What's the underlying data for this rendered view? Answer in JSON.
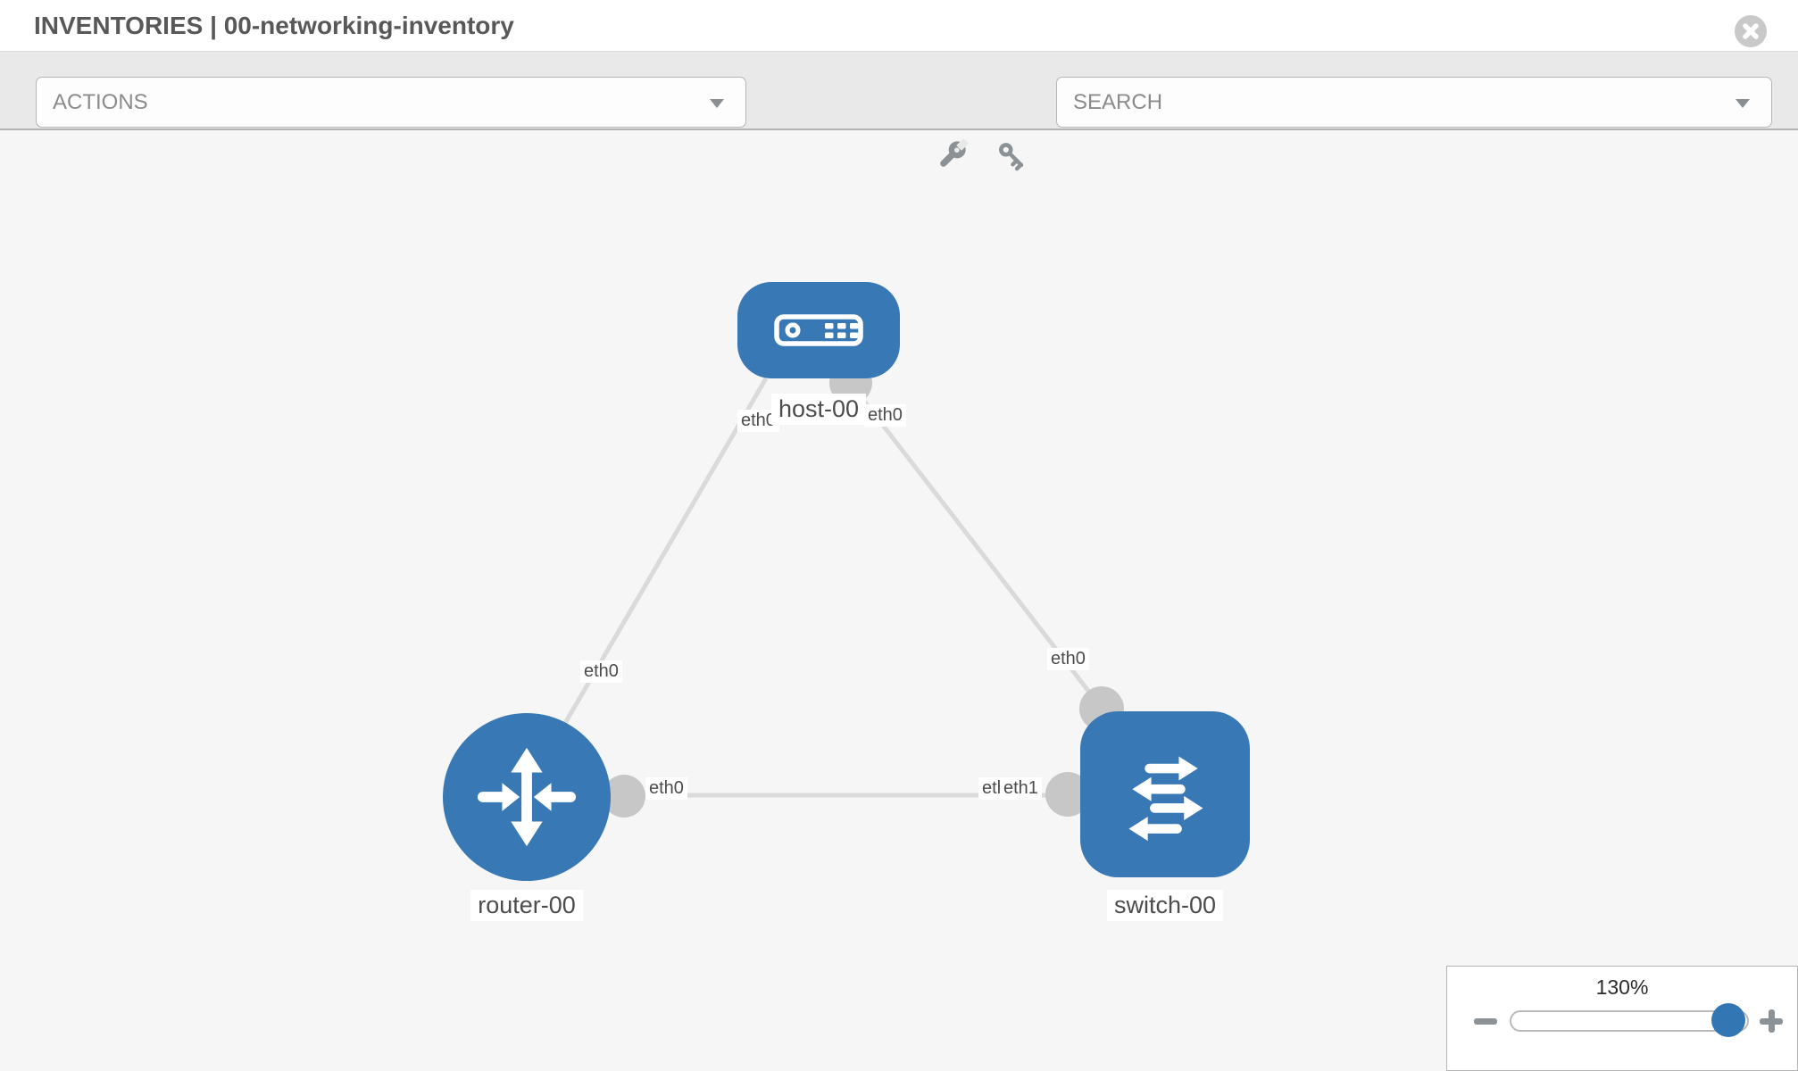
{
  "header": {
    "title": "INVENTORIES | 00-networking-inventory",
    "close_icon": "circle-x"
  },
  "toolbar": {
    "actions_label": "ACTIONS",
    "search_placeholder": "SEARCH",
    "icons": [
      "wrench-icon",
      "key-icon",
      "caret-down-icon"
    ]
  },
  "colors": {
    "node_blue": "#3878b5",
    "slider_thumb_blue": "#3276b4",
    "edge_gray": "#dadada",
    "port_gray": "#c7c7c7",
    "toolbar_bg": "#e9e9e9",
    "canvas_bg": "#f6f6f6"
  },
  "diagram": {
    "nodes": [
      {
        "label": "host-00",
        "type": "host",
        "icon": "host-icon"
      },
      {
        "label": "router-00",
        "type": "router",
        "icon": "router-icon"
      },
      {
        "label": "switch-00",
        "type": "switch",
        "icon": "switch-icon"
      }
    ],
    "edges": [
      {
        "from": "host-00",
        "to": "router-00",
        "from_interface": "eth0",
        "to_interface": "eth0"
      },
      {
        "from": "host-00",
        "to": "switch-00",
        "from_interface": "eth0",
        "to_interface": "eth0"
      },
      {
        "from": "router-00",
        "to": "switch-00",
        "from_interface": "eth0",
        "to_interface": "eth1"
      }
    ],
    "interface_chips": {
      "host_router_host_end": "eth0",
      "host_router_router_end": "eth0",
      "host_switch_host_end": "eth0",
      "host_switch_switch_end": "eth0",
      "router_switch_router_end": "eth0",
      "router_switch_switch_end_under": "eth0",
      "router_switch_switch_end_over": "eth1"
    }
  },
  "zoom_control": {
    "value": "130%",
    "minus_icon": "minus",
    "plus_icon": "plus"
  }
}
